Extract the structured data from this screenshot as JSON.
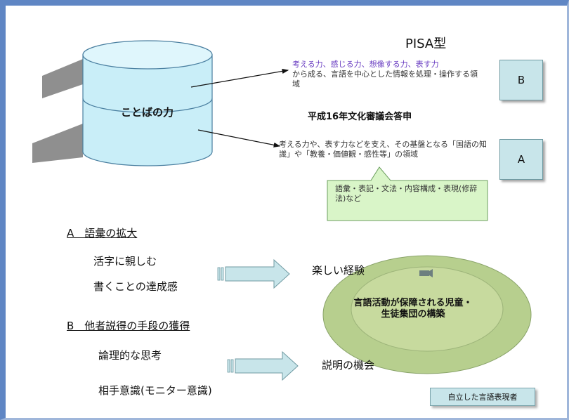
{
  "pisa_title": "PISA型",
  "pisa_abilities": [
    "考える力、",
    "感じる力、",
    "想像する力、",
    "表す力"
  ],
  "pisa_desc_rest": "から成る、言語を中心とした情報を処理・操作する領域",
  "box_b": "B",
  "heisei_title": "平成16年文化審議会答申",
  "heisei_desc": "考える力や、表す力などを支え、その基盤となる「国語の知識」や「教養・価値観・感性等」の領域",
  "box_a": "A",
  "cylinder_label": "ことばの力",
  "callout_text": "語彙・表記・文法・内容構成・表現(修辞法)など",
  "section_a_heading": "A　語彙の拡大",
  "section_a_items": [
    "活字に親しむ",
    "書くことの達成感"
  ],
  "section_b_heading": "B　他者説得の手段の獲得",
  "section_b_items": [
    "論理的な思考",
    "相手意識(モニター意識)"
  ],
  "arrow_a_target": "楽しい経験",
  "arrow_b_target": "説明の機会",
  "ellipse_text": "言語活動が保障される児童・生徒集団の構築",
  "bottom_box": "自立した言語表現者",
  "colors": {
    "frame_blue": "#5f86c4",
    "cylinder_fill": "#c9eef8",
    "box_fill": "#c8e5ea",
    "ellipse_fill": "#b7cf8e",
    "callout_fill": "#d9f5c8",
    "ability_purple": "#6a3ec2"
  },
  "icons": [
    "camera-icon"
  ]
}
